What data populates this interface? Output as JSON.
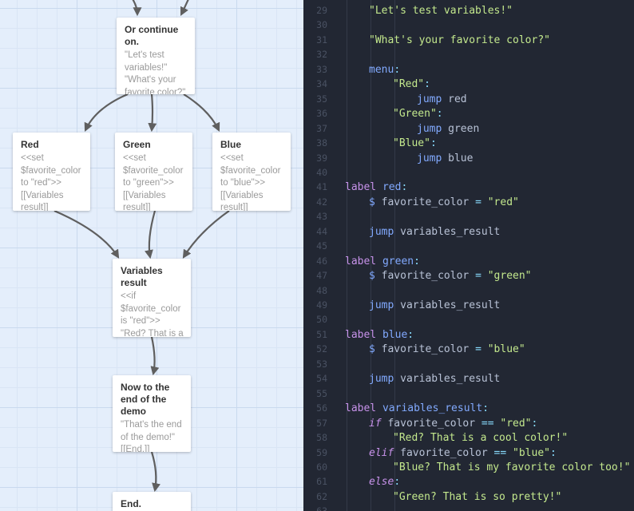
{
  "passages": [
    {
      "id": "or-continue",
      "title": "Or continue on.",
      "text": "\"Let's test variables!\"\n\"What's your favorite color?\""
    },
    {
      "id": "red",
      "title": "Red",
      "text": "<<set $favorite_color to \"red\">>\n[[Variables result]]"
    },
    {
      "id": "green",
      "title": "Green",
      "text": "<<set $favorite_color to \"green\">>\n[[Variables result]]"
    },
    {
      "id": "blue",
      "title": "Blue",
      "text": "<<set $favorite_color to \"blue\">>\n[[Variables result]]"
    },
    {
      "id": "variables-result",
      "title": "Variables result",
      "text": "<<if $favorite_color is \"red\">>\n\"Red? That is a cool color!\""
    },
    {
      "id": "end-of-demo",
      "title": "Now to the end of the demo",
      "text": "\"That's the end of the demo!\"\n[[End.]]"
    },
    {
      "id": "end",
      "title": "End.",
      "text": ""
    }
  ],
  "code_lines": [
    {
      "n": "29",
      "indent": 1,
      "tokens": [
        {
          "t": "\"Let's test variables!\"",
          "k": "str"
        }
      ]
    },
    {
      "n": "30",
      "indent": 0,
      "tokens": []
    },
    {
      "n": "31",
      "indent": 1,
      "tokens": [
        {
          "t": "\"What's your favorite color?\"",
          "k": "str"
        }
      ]
    },
    {
      "n": "32",
      "indent": 0,
      "tokens": []
    },
    {
      "n": "33",
      "indent": 1,
      "tokens": [
        {
          "t": "menu",
          "k": "fn"
        },
        {
          "t": ":",
          "k": "op"
        }
      ]
    },
    {
      "n": "34",
      "indent": 2,
      "tokens": [
        {
          "t": "\"Red\"",
          "k": "str"
        },
        {
          "t": ":",
          "k": "op"
        }
      ]
    },
    {
      "n": "35",
      "indent": 3,
      "tokens": [
        {
          "t": "jump",
          "k": "fn"
        },
        {
          "t": " red",
          "k": "id"
        }
      ]
    },
    {
      "n": "36",
      "indent": 2,
      "tokens": [
        {
          "t": "\"Green\"",
          "k": "str"
        },
        {
          "t": ":",
          "k": "op"
        }
      ]
    },
    {
      "n": "37",
      "indent": 3,
      "tokens": [
        {
          "t": "jump",
          "k": "fn"
        },
        {
          "t": " green",
          "k": "id"
        }
      ]
    },
    {
      "n": "38",
      "indent": 2,
      "tokens": [
        {
          "t": "\"Blue\"",
          "k": "str"
        },
        {
          "t": ":",
          "k": "op"
        }
      ]
    },
    {
      "n": "39",
      "indent": 3,
      "tokens": [
        {
          "t": "jump",
          "k": "fn"
        },
        {
          "t": " blue",
          "k": "id"
        }
      ]
    },
    {
      "n": "40",
      "indent": 0,
      "tokens": []
    },
    {
      "n": "41",
      "indent": 0,
      "tokens": [
        {
          "t": "label",
          "k": "kw"
        },
        {
          "t": " red",
          "k": "fn"
        },
        {
          "t": ":",
          "k": "op"
        }
      ]
    },
    {
      "n": "42",
      "indent": 1,
      "tokens": [
        {
          "t": "$",
          "k": "fn"
        },
        {
          "t": " favorite_color ",
          "k": "id"
        },
        {
          "t": "=",
          "k": "op"
        },
        {
          "t": " ",
          "k": "id"
        },
        {
          "t": "\"red\"",
          "k": "str"
        }
      ]
    },
    {
      "n": "43",
      "indent": 0,
      "tokens": []
    },
    {
      "n": "44",
      "indent": 1,
      "tokens": [
        {
          "t": "jump",
          "k": "fn"
        },
        {
          "t": " variables_result",
          "k": "id"
        }
      ]
    },
    {
      "n": "45",
      "indent": 0,
      "tokens": []
    },
    {
      "n": "46",
      "indent": 0,
      "tokens": [
        {
          "t": "label",
          "k": "kw"
        },
        {
          "t": " green",
          "k": "fn"
        },
        {
          "t": ":",
          "k": "op"
        }
      ]
    },
    {
      "n": "47",
      "indent": 1,
      "tokens": [
        {
          "t": "$",
          "k": "fn"
        },
        {
          "t": " favorite_color ",
          "k": "id"
        },
        {
          "t": "=",
          "k": "op"
        },
        {
          "t": " ",
          "k": "id"
        },
        {
          "t": "\"green\"",
          "k": "str"
        }
      ]
    },
    {
      "n": "48",
      "indent": 0,
      "tokens": []
    },
    {
      "n": "49",
      "indent": 1,
      "tokens": [
        {
          "t": "jump",
          "k": "fn"
        },
        {
          "t": " variables_result",
          "k": "id"
        }
      ]
    },
    {
      "n": "50",
      "indent": 0,
      "tokens": []
    },
    {
      "n": "51",
      "indent": 0,
      "tokens": [
        {
          "t": "label",
          "k": "kw"
        },
        {
          "t": " blue",
          "k": "fn"
        },
        {
          "t": ":",
          "k": "op"
        }
      ]
    },
    {
      "n": "52",
      "indent": 1,
      "tokens": [
        {
          "t": "$",
          "k": "fn"
        },
        {
          "t": " favorite_color ",
          "k": "id"
        },
        {
          "t": "=",
          "k": "op"
        },
        {
          "t": " ",
          "k": "id"
        },
        {
          "t": "\"blue\"",
          "k": "str"
        }
      ]
    },
    {
      "n": "53",
      "indent": 0,
      "tokens": []
    },
    {
      "n": "54",
      "indent": 1,
      "tokens": [
        {
          "t": "jump",
          "k": "fn"
        },
        {
          "t": " variables_result",
          "k": "id"
        }
      ]
    },
    {
      "n": "55",
      "indent": 0,
      "tokens": []
    },
    {
      "n": "56",
      "indent": 0,
      "tokens": [
        {
          "t": "label",
          "k": "kw"
        },
        {
          "t": " variables_result",
          "k": "fn"
        },
        {
          "t": ":",
          "k": "op"
        }
      ]
    },
    {
      "n": "57",
      "indent": 1,
      "tokens": [
        {
          "t": "if",
          "k": "it"
        },
        {
          "t": " favorite_color ",
          "k": "id"
        },
        {
          "t": "==",
          "k": "op"
        },
        {
          "t": " ",
          "k": "id"
        },
        {
          "t": "\"red\"",
          "k": "str"
        },
        {
          "t": ":",
          "k": "op"
        }
      ]
    },
    {
      "n": "58",
      "indent": 2,
      "tokens": [
        {
          "t": "\"Red? That is a cool color!\"",
          "k": "str"
        }
      ]
    },
    {
      "n": "59",
      "indent": 1,
      "tokens": [
        {
          "t": "elif",
          "k": "it"
        },
        {
          "t": " favorite_color ",
          "k": "id"
        },
        {
          "t": "==",
          "k": "op"
        },
        {
          "t": " ",
          "k": "id"
        },
        {
          "t": "\"blue\"",
          "k": "str"
        },
        {
          "t": ":",
          "k": "op"
        }
      ]
    },
    {
      "n": "60",
      "indent": 2,
      "tokens": [
        {
          "t": "\"Blue? That is my favorite color too!\"",
          "k": "str"
        }
      ]
    },
    {
      "n": "61",
      "indent": 1,
      "tokens": [
        {
          "t": "else",
          "k": "it"
        },
        {
          "t": ":",
          "k": "op"
        }
      ]
    },
    {
      "n": "62",
      "indent": 2,
      "tokens": [
        {
          "t": "\"Green? That is so pretty!\"",
          "k": "str"
        }
      ]
    },
    {
      "n": "63",
      "indent": 0,
      "tokens": []
    }
  ],
  "colors": {
    "graph_bg": "#e4eefb",
    "arrow": "#5f5f5f",
    "editor_bg": "#222733",
    "string": "#c3e88d",
    "keyword": "#c792ea",
    "function": "#82aaff",
    "line_number": "#4a5263"
  }
}
